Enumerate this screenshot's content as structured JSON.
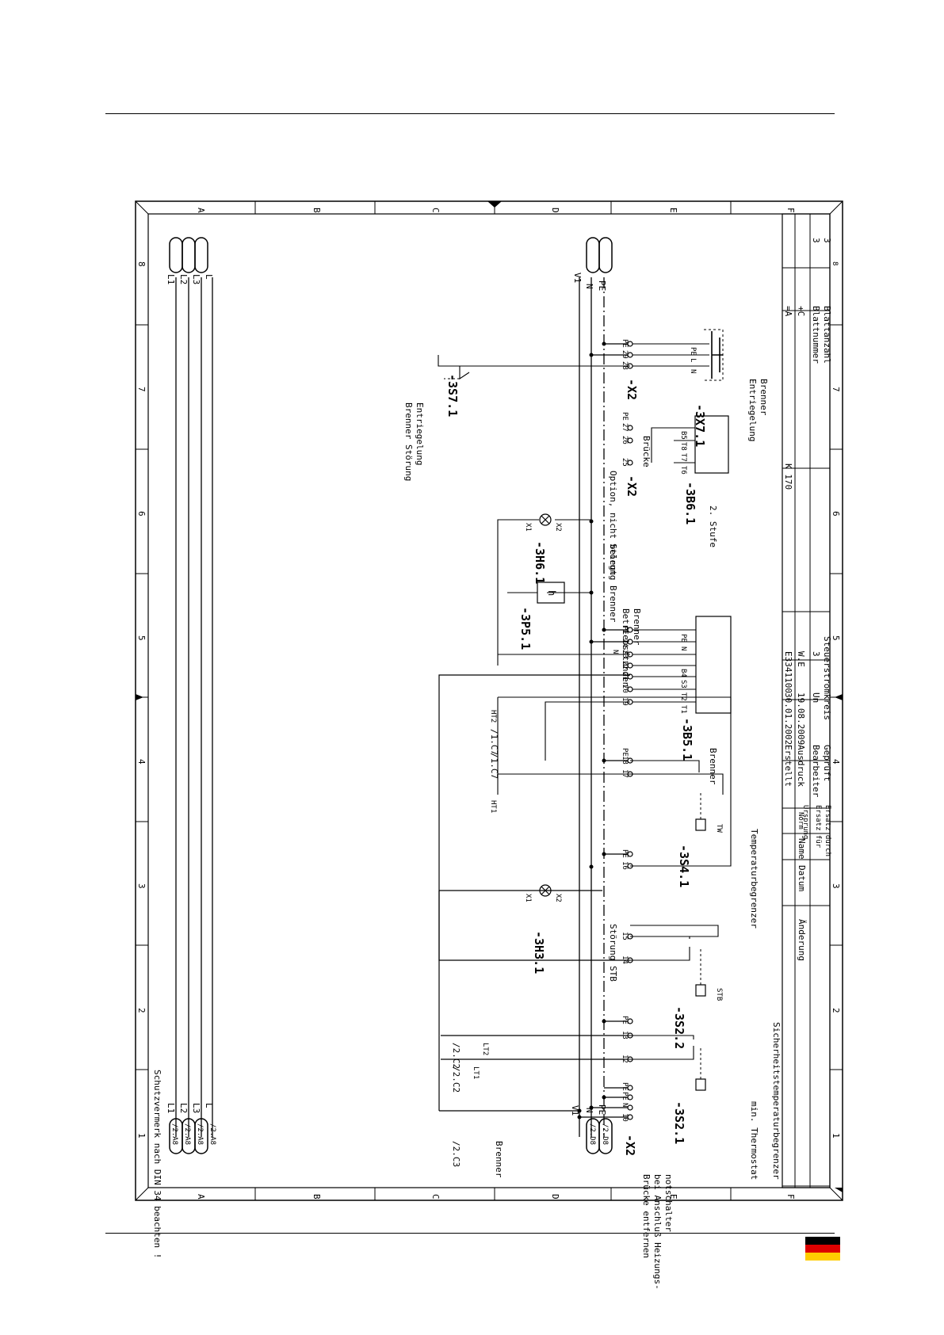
{
  "header_frame": {
    "cols": [
      "A",
      "B",
      "C",
      "D",
      "E",
      "F"
    ],
    "rows": [
      "1",
      "2",
      "3",
      "4",
      "5",
      "6",
      "7",
      "8"
    ]
  },
  "notes": {
    "protection": "Schutzvermerk nach DIN 34 beachten !",
    "bridge": [
      "Brücke entfernen",
      "bei Anschluß Heizungs-",
      "notschalter"
    ],
    "min_thermostat": "min. Thermostat",
    "safety_limiter": "Sicherheitstemperaturbegrenzer",
    "temp_limiter": "Temperaturbegrenzer",
    "operating_hours": [
      "Betriebsstunden",
      "Brenner"
    ],
    "burner_fault_label": "Störung Brenner",
    "option_label": "Option, nicht belegt",
    "fault_stb": "Störung STB",
    "burner_reset_1": [
      "Brenner Störung",
      "Entriegelung"
    ],
    "reset_burner": [
      "Entriegelung",
      "Brenner"
    ],
    "bridge_small": "Brücke",
    "stage2": "2. Stufe",
    "burner_word": "Brenner"
  },
  "components": {
    "X2_a": "-X2",
    "X2_b": "-X2",
    "X2_c": "-X2",
    "S2_1": "-3S2.1",
    "S2_2": "-3S2.2",
    "H3_1": "-3H3.1",
    "S4_1": "-3S4.1",
    "B5_1": "-3B5.1",
    "P5_1": "-3P5.1",
    "H6_1": "-3H6.1",
    "B6_1": "-3B6.1",
    "S7_1": "-3S7.1",
    "X7_1": "-3X7.1"
  },
  "bus_labels": {
    "left_top": [
      "L1",
      "L2",
      "L3",
      "L"
    ],
    "left_refs": [
      "/2.A8",
      "/2.A8",
      "/2.A8",
      "/2.A8"
    ],
    "left_bottom": [
      "L1",
      "L2",
      "L3",
      "L"
    ],
    "right_top": [
      "V1",
      "N",
      "PE"
    ],
    "right_bottom": [
      "V1",
      "N",
      "PE"
    ],
    "right_refs": [
      "/2.D8",
      "/2.D8"
    ]
  },
  "cross_refs": {
    "brenner": "/2.C3",
    "lt1": "/2.C2",
    "lt2": "/2.C2",
    "ht1": "/1.C7",
    "ht2": "/1.C7",
    "lt1_name": "LT1",
    "lt2_name": "LT2",
    "ht1_name": "HT1",
    "ht2_name": "HT2",
    "brenner_name": "Brenner"
  },
  "terminals": {
    "t1": "10",
    "t2": "N",
    "t3": "PE",
    "t4": "PE",
    "t5": "12",
    "t6": "13",
    "t7": "PE",
    "t8": "14",
    "t9": "15",
    "t10": "16",
    "t11": "PE",
    "t12": "17",
    "t13": "18",
    "t14": "PE",
    "t15": "19",
    "t16": "20",
    "t17": "21",
    "t18": "22",
    "t19": "23",
    "t20": "24",
    "t21": "N",
    "t22": "PE",
    "t23": "25",
    "t24": "26",
    "t25": "27",
    "t26": "PE",
    "t27": "28",
    "t28": "29",
    "t29": "PE",
    "b1": "T1",
    "b2": "T2",
    "b3": "S3",
    "b4": "B4",
    "b5": "N",
    "b6": "PE",
    "b7": "T6",
    "b8": "T7",
    "b9": "T8",
    "b10": "B5",
    "x7_n": "N",
    "x7_l": "L",
    "x7_pe": "PE",
    "pe_stb": "PE",
    "ht_tw": "TW",
    "stb": "STB"
  },
  "lamp_terms": {
    "x1": "X1",
    "x2": "X2"
  },
  "counter_symbol": "h",
  "title_block": {
    "col_aenderung": "Änderung",
    "col_datum": "Datum",
    "col_name": "Name",
    "norm": "Norm",
    "ursprung": "Ursprung",
    "ersatz_fuer": "Ersatz für",
    "ersatz_durch": "Ersatz durch",
    "erstellt": "Erstellt",
    "erstellt_val": "30.01.2002",
    "erstellt_code": "E3341100",
    "ausdruck": "Ausdruck",
    "ausdruck_val": "19.08.2009",
    "ausdruck_code": "W.E",
    "bearbeiter": "Bearbeiter",
    "bearbeiter_val": "Un",
    "bearbeiter_code": "3",
    "geprueft": "Geprüft",
    "drawing_title": "Steuerstromkreis",
    "model": "K 170",
    "plus_a": "=A",
    "plus_c": "+C",
    "blattnummer": "Blattnummer",
    "blattnummer_val": "3",
    "blattanzahl": "Blattanzahl",
    "blattanzahl_val": "3",
    "page_col": "8"
  },
  "flag_colors": [
    "#000000",
    "#dd0000",
    "#ffcc00"
  ]
}
